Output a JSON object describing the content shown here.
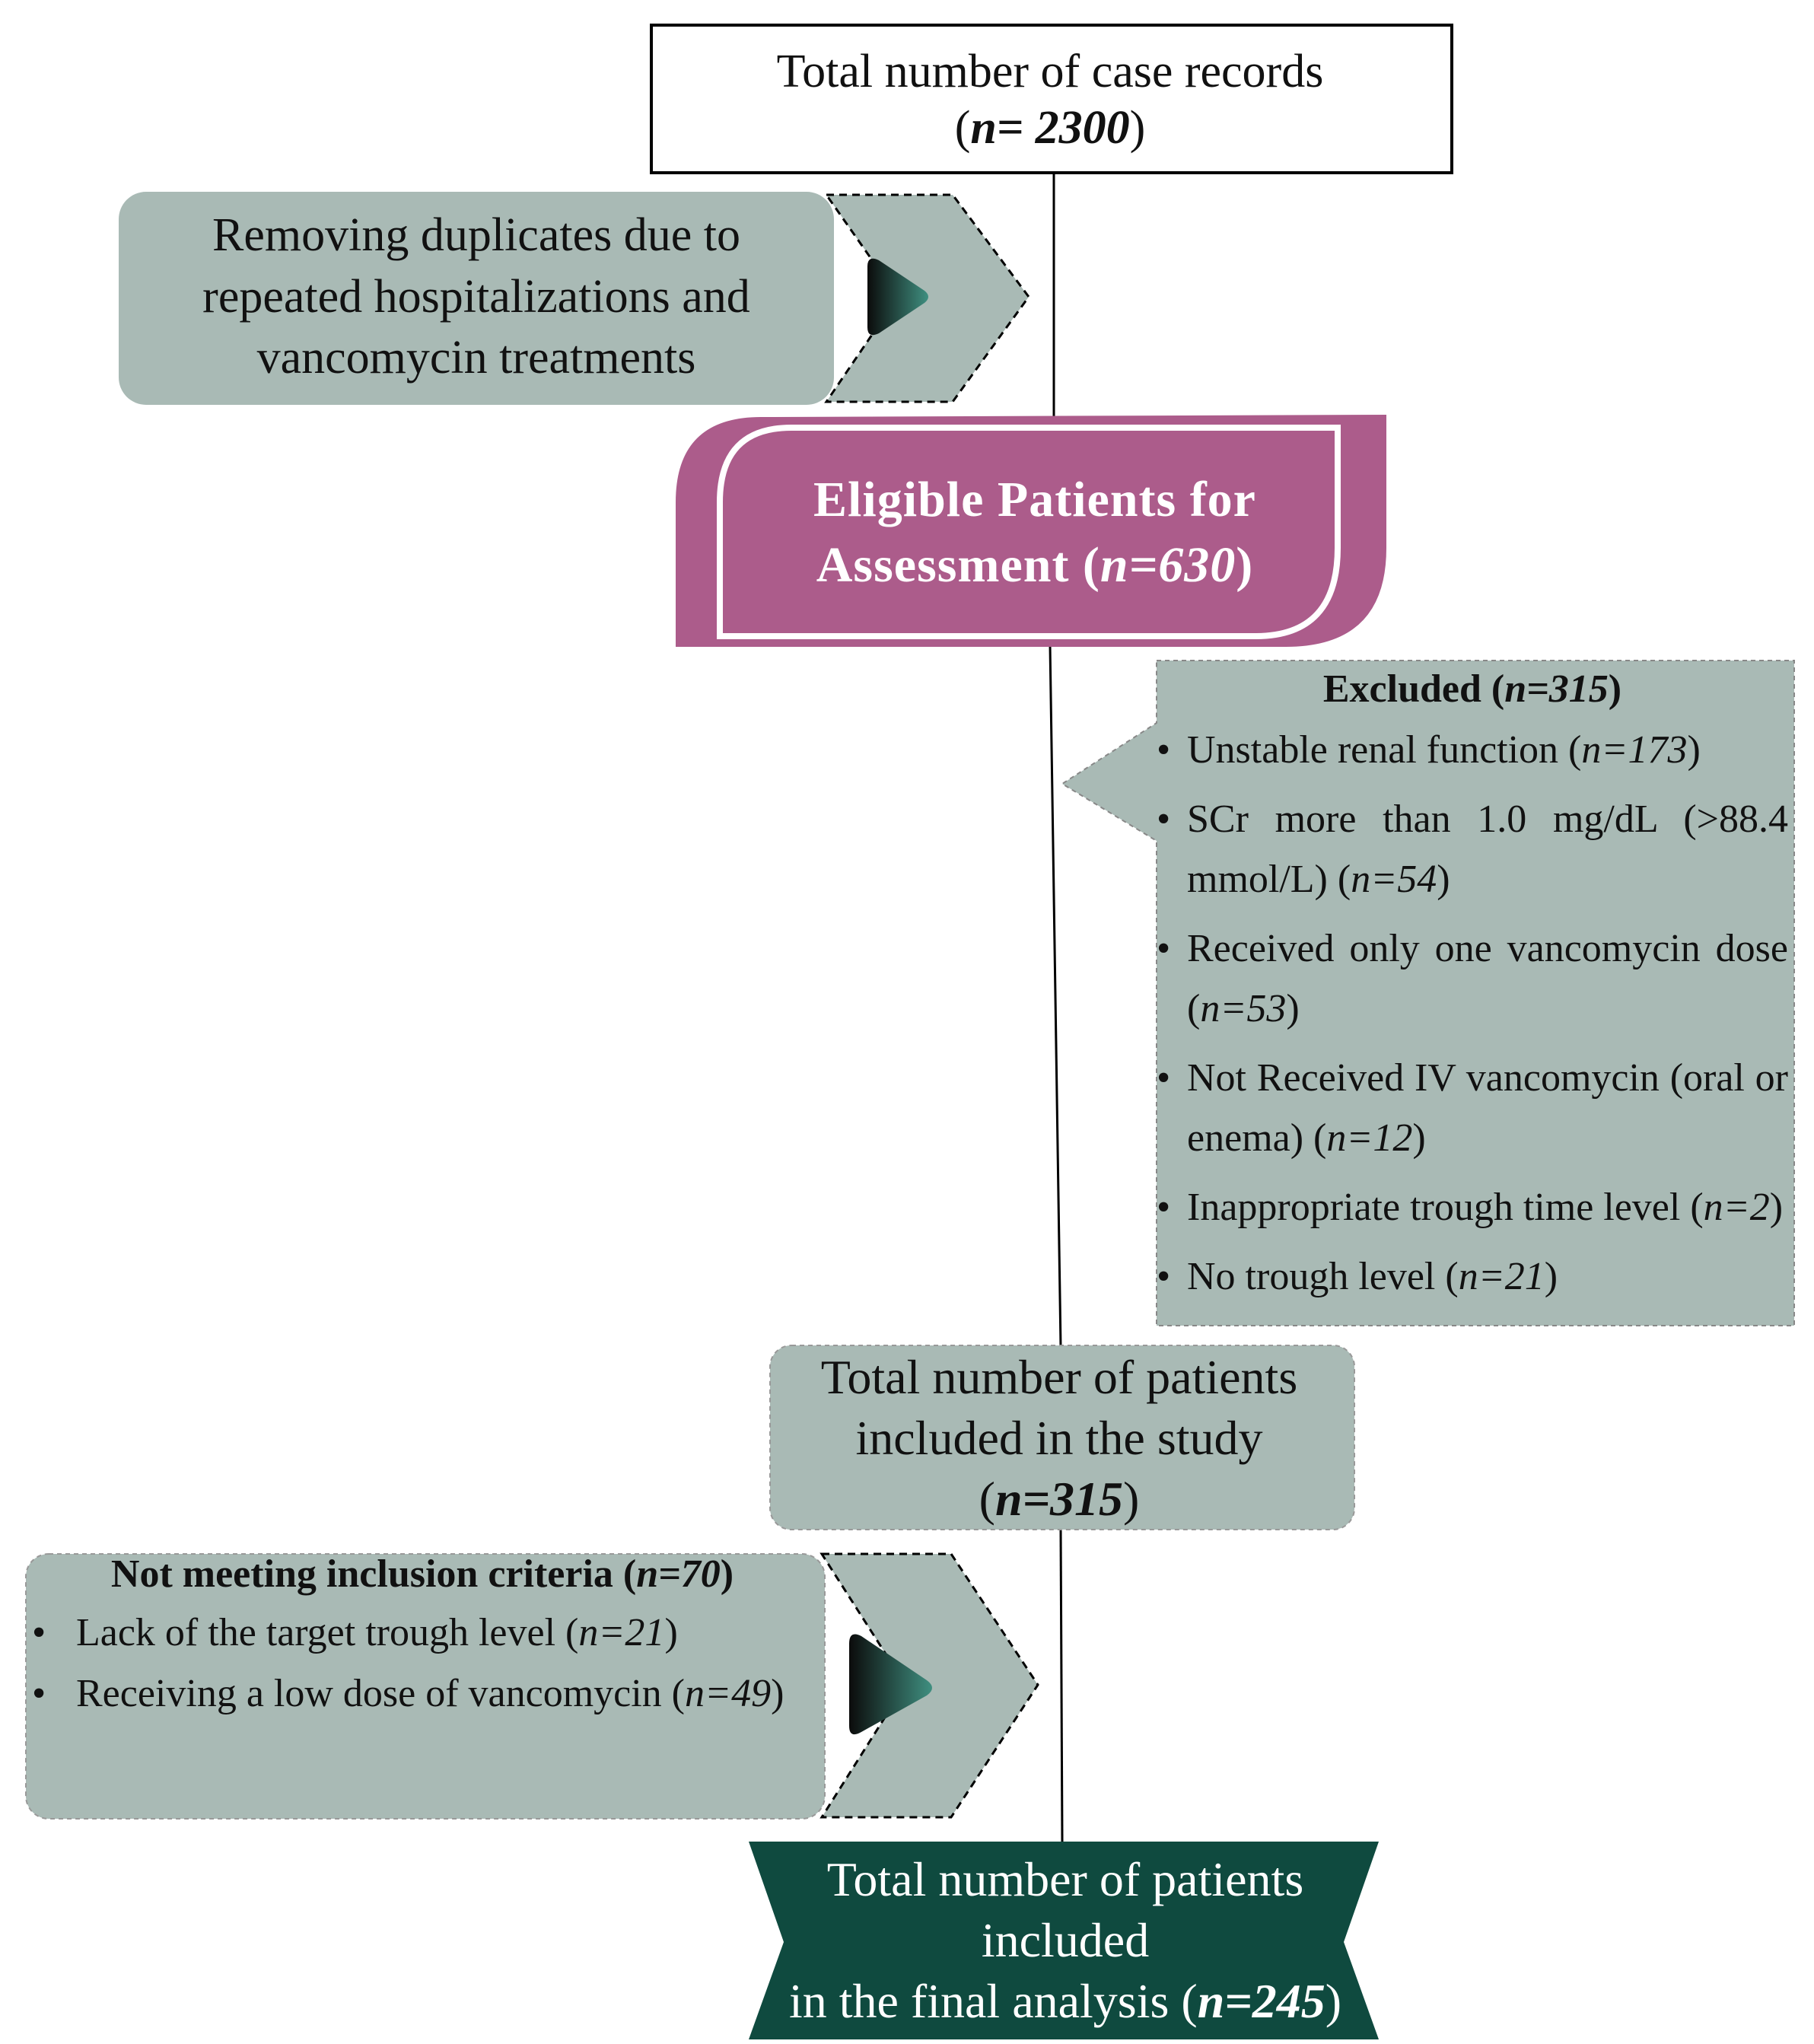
{
  "colors": {
    "gray_box": "#a9bab5",
    "magenta": "#ac5c8b",
    "dark_green": "#0f4a3f",
    "teal_arrow": "#2f7d70",
    "line": "#000000"
  },
  "total_records": {
    "line1": "Total number of case records",
    "n_prefix": "(",
    "n_value": "n= 2300",
    "n_suffix": ")"
  },
  "duplicates": {
    "line1": "Removing duplicates due to",
    "line2": "repeated hospitalizations and",
    "line3": "vancomycin treatments"
  },
  "eligible": {
    "line1": "Eligible Patients for",
    "line2_prefix": "Assessment  (",
    "n_value": "n=630",
    "line2_suffix": ")"
  },
  "excluded": {
    "head_prefix": "Excluded (",
    "head_n": "n=315",
    "head_suffix": ")",
    "items": [
      {
        "text": "Unstable renal function (",
        "n": "n=173",
        "end": ")"
      },
      {
        "text": "SCr more than 1.0 mg/dL (>88.4 mmol/L) (",
        "n": "n=54",
        "end": ")"
      },
      {
        "text": "Received only one vancomycin dose (",
        "n": "n=53",
        "end": ")"
      },
      {
        "text": "Not Received IV vancomycin (oral or enema) (",
        "n": "n=12",
        "end": ")"
      },
      {
        "text": "Inappropriate trough time level (",
        "n": "n=2",
        "end": ")"
      },
      {
        "text": "No trough level (",
        "n": "n=21",
        "end": ")"
      }
    ]
  },
  "included_study": {
    "line1": "Total number of patients",
    "line2": "included in the study",
    "n_prefix": "(",
    "n_value": "n=315",
    "n_suffix": ")"
  },
  "not_meeting": {
    "head_prefix": "Not meeting inclusion criteria (",
    "head_n": "n=70",
    "head_suffix": ")",
    "items": [
      {
        "text": "Lack of the target trough level (",
        "n": "n=21",
        "end": ")"
      },
      {
        "text": "Receiving a low dose of vancomycin (",
        "n": "n=49",
        "end": ")"
      }
    ]
  },
  "final": {
    "line1": "Total number of patients",
    "line2": "included",
    "line3_prefix": "in the final analysis (",
    "n_value": "n=245",
    "line3_suffix": ")"
  },
  "icons": [
    "chevron-arrow-icon",
    "play-triangle-icon"
  ]
}
